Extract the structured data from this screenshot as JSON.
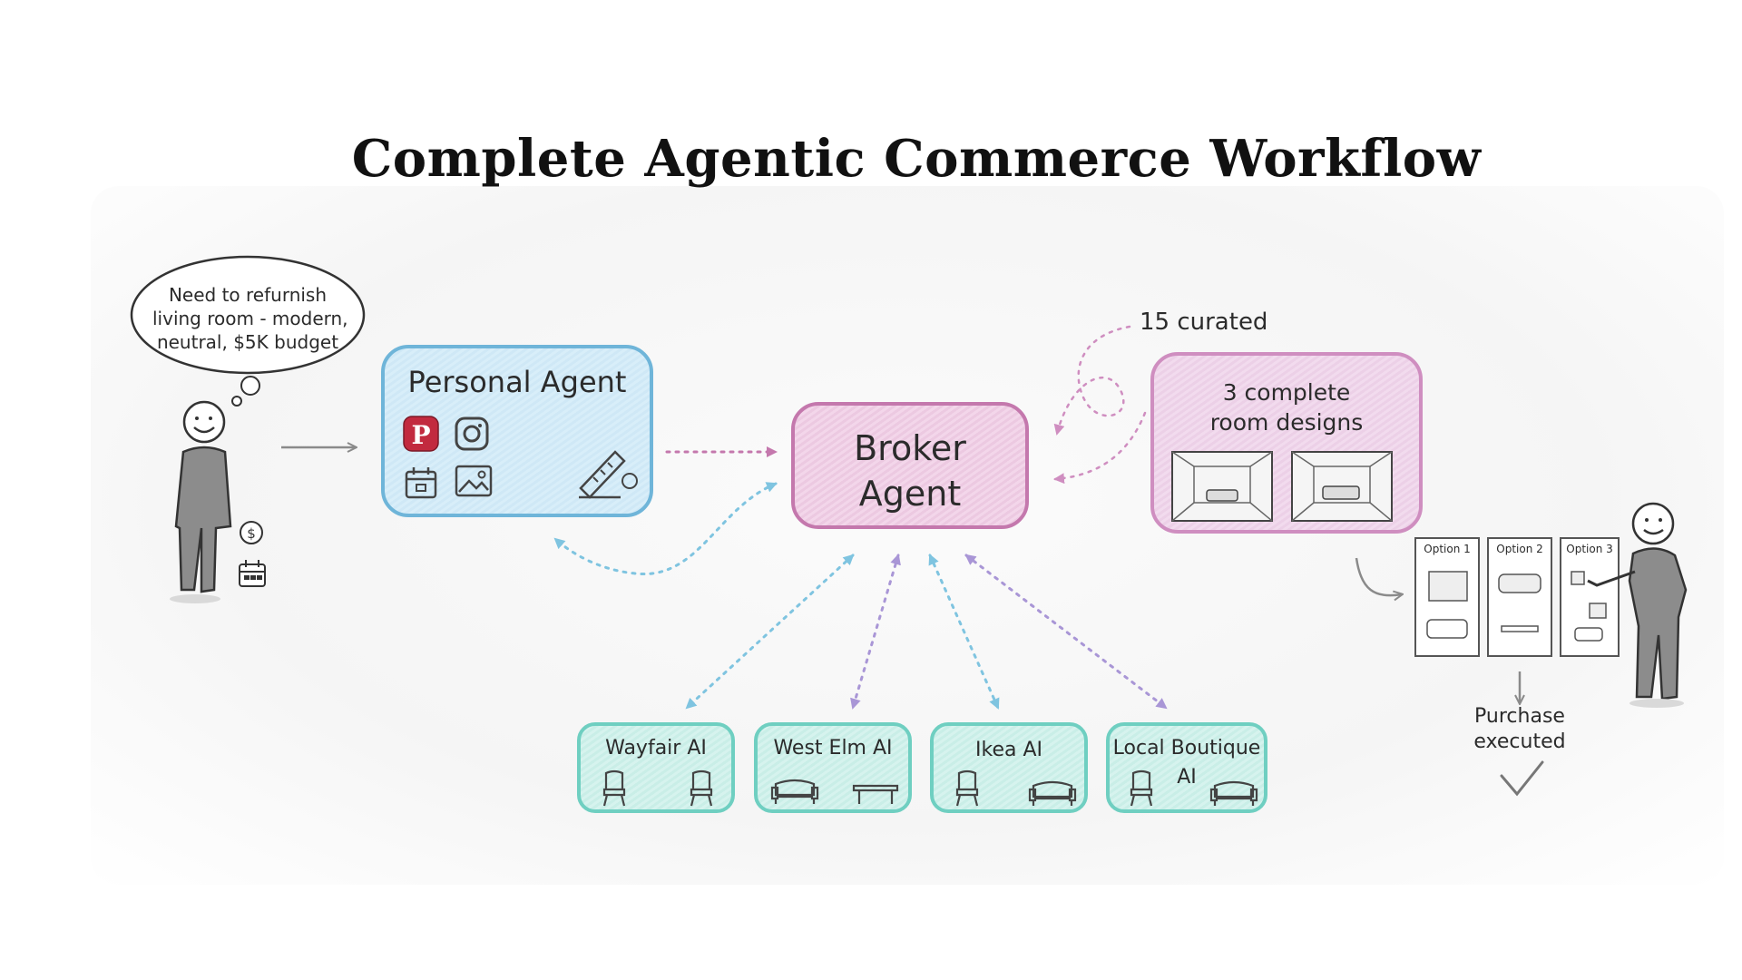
{
  "title": "Complete Agentic Commerce Workflow",
  "thought_bubble": {
    "line1": "Need to refurnish",
    "line2": "living room - modern,",
    "line3": "neutral, $5K budget"
  },
  "personal_agent": {
    "label": "Personal Agent",
    "icons": [
      "pinterest-icon",
      "instagram-icon",
      "calendar-icon",
      "image-icon",
      "ruler-icon"
    ]
  },
  "broker_agent": {
    "line1": "Broker",
    "line2": "Agent"
  },
  "curated_label": "15 curated",
  "room_designs": {
    "line1": "3 complete",
    "line2": "room designs"
  },
  "vendors": [
    {
      "label": "Wayfair AI",
      "icons": [
        "chair-icon",
        "chair-icon"
      ]
    },
    {
      "label": "West Elm AI",
      "icons": [
        "sofa-icon",
        "table-icon"
      ]
    },
    {
      "label": "Ikea AI",
      "icons": [
        "chair-icon",
        "sofa-icon"
      ]
    },
    {
      "label": "Local Boutique",
      "label2": "AI",
      "icons": [
        "chair-icon",
        "sofa-icon"
      ]
    }
  ],
  "options": [
    {
      "label": "Option 1"
    },
    {
      "label": "Option 2"
    },
    {
      "label": "Option 3"
    }
  ],
  "purchase": {
    "line1": "Purchase",
    "line2": "executed"
  },
  "colors": {
    "personal_border": "#6fb5d9",
    "broker_border": "#c478ad",
    "designs_border": "#cf8ec0",
    "vendor_border": "#6fcfc1",
    "arrow_pink": "#c478ad",
    "arrow_blue": "#7fc4e0",
    "arrow_purple": "#a996d6"
  }
}
